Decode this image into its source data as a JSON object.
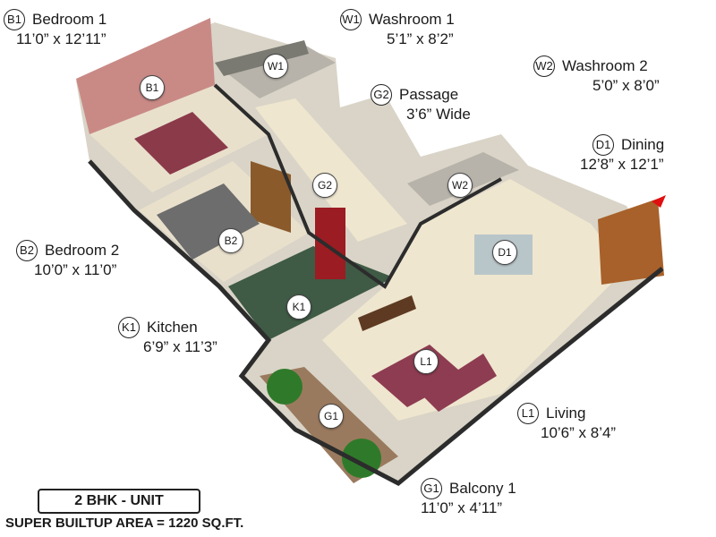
{
  "rooms": [
    {
      "code": "B1",
      "name": "Bedroom 1",
      "size": "11’0” x 12’11”"
    },
    {
      "code": "W1",
      "name": "Washroom 1",
      "size": "5’1” x 8’2”"
    },
    {
      "code": "W2",
      "name": "Washroom 2",
      "size": "5’0” x 8’0”"
    },
    {
      "code": "G2",
      "name": "Passage",
      "size": "3’6” Wide"
    },
    {
      "code": "D1",
      "name": "Dining",
      "size": "12’8” x 12’1”"
    },
    {
      "code": "B2",
      "name": "Bedroom 2",
      "size": "10’0” x 11’0”"
    },
    {
      "code": "K1",
      "name": "Kitchen",
      "size": "6’9” x 11’3”"
    },
    {
      "code": "L1",
      "name": "Living",
      "size": "10’6” x 8’4”"
    },
    {
      "code": "G1",
      "name": "Balcony 1",
      "size": "11’0” x 4’11”"
    }
  ],
  "markers": [
    "B1",
    "W1",
    "W2",
    "G2",
    "D1",
    "B2",
    "K1",
    "L1",
    "G1"
  ],
  "unit_label": "2 BHK - UNIT",
  "area_label": "SUPER BUILTUP AREA = 1220 SQ.FT.",
  "colors": {
    "wall": "#2c2c2c",
    "floor": "#efe6cf",
    "bedroom1_wall": "#c98a86",
    "bed": "#8b3a4a",
    "wood": "#8a5a2b",
    "fridge": "#9b1c22",
    "counter": "#3f5a45",
    "balcony_floor": "#9a7a5e",
    "plant": "#2f7a2a",
    "sofa": "#8e3c52",
    "door": "#a8612a",
    "arrow": "#e01010"
  }
}
